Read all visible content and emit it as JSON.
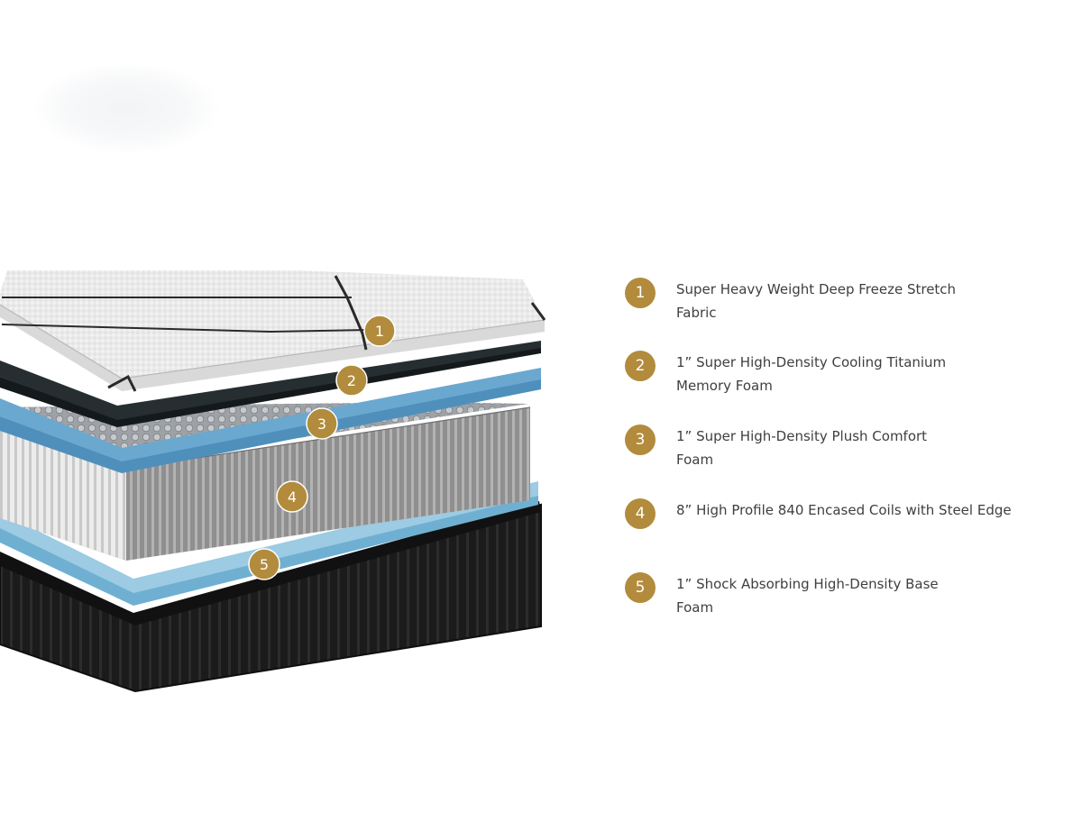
{
  "layers": [
    {
      "number": "1",
      "label": "Super Heavy Weight Deep Freeze Stretch Fabric"
    },
    {
      "number": "2",
      "label": "1” Super High-Density Cooling Titanium Memory Foam"
    },
    {
      "number": "3",
      "label": "1” Super High-Density Plush Comfort Foam"
    },
    {
      "number": "4",
      "label": "8” High Profile 840 Encased Coils with Steel Edge"
    },
    {
      "number": "5",
      "label": "1” Shock Absorbing High-Density Base Foam"
    }
  ],
  "colors": {
    "badge": "#b28b3c",
    "text": "#3f3f3f",
    "blue_foam": "#5e9dc6",
    "base_foam": "#7fb8d8",
    "dark_foam": "#1e2426",
    "base_case": "#1c1c1c"
  }
}
